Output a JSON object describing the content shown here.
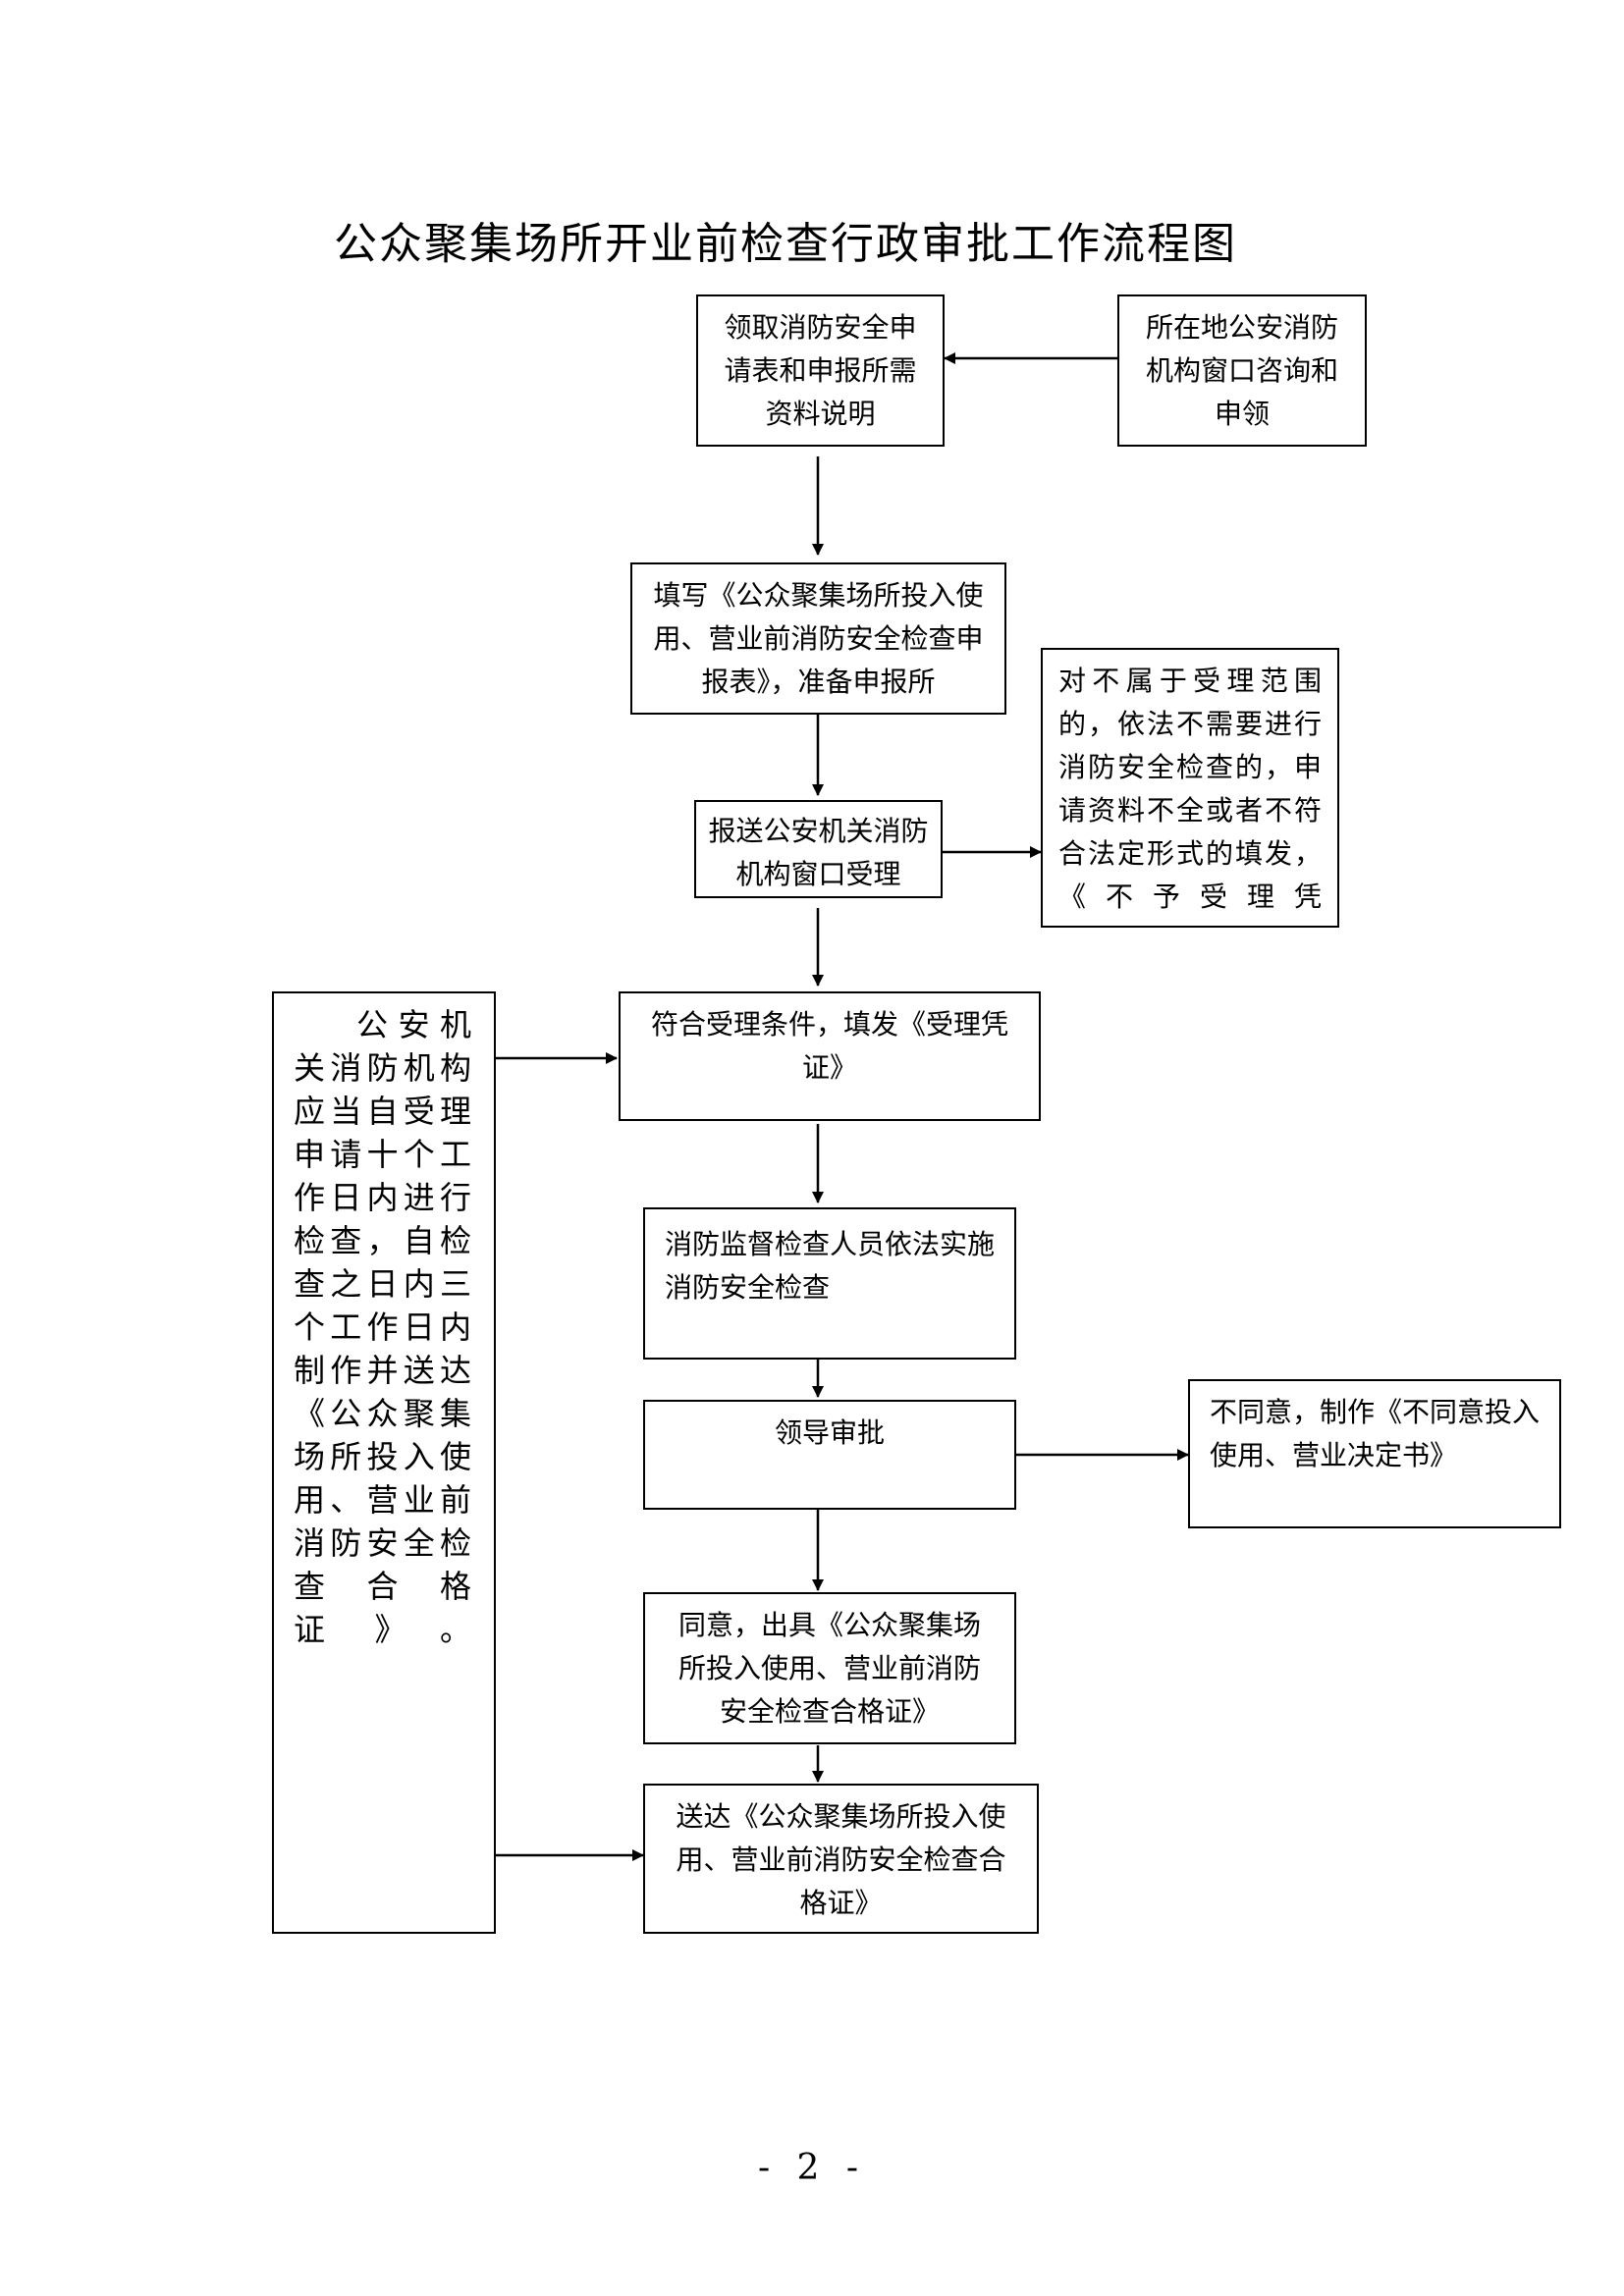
{
  "title": "公众聚集场所开业前检查行政审批工作流程图",
  "nodes": {
    "collect_form": "领取消防安全申请表和申报所需资料说明",
    "local_window": "所在地公安消防机构窗口咨询和申领",
    "fill_form": "填写《公众聚集场所投入使用、营业前消防安全检查申报表》，准备申报所",
    "submit": "报送公安机关消防机构窗口受理",
    "reject_note": "对不属于受理范围的，依法不需要进行消防安全检查的，申请资料不全或者不符合法定形式的填发，《不予受理凭",
    "accept": "符合受理条件，填发《受理凭证》",
    "deadline_note": "公安机关消防机构应当自受理申请十个工作日内进行检查，自检查之日内三个工作日内制作并送达《公众聚集场所投入使用、营业前消防安全检查合格证》。",
    "inspect": "消防监督检查人员依法实施消防安全检查",
    "approve": "领导审批",
    "disagree": "不同意，制作《不同意投入使用、营业决定书》",
    "agree": "同意，出具《公众聚集场所投入使用、营业前消防安全检查合格证》",
    "deliver": "送达《公众聚集场所投入使用、营业前消防安全检查合格证》"
  },
  "page_number": "- 2 -"
}
